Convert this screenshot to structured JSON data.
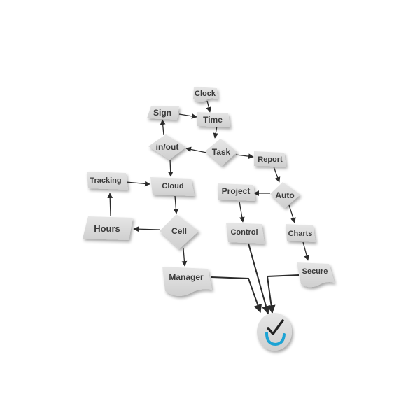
{
  "diagram": {
    "nodes": {
      "clock": "Clock",
      "sign": "Sign",
      "time": "Time",
      "inout": "in/out",
      "task": "Task",
      "report": "Report",
      "tracking": "Tracking",
      "cloud": "Cloud",
      "project": "Project",
      "auto": "Auto",
      "hours": "Hours",
      "cell": "Cell",
      "control": "Control",
      "charts": "Charts",
      "manager": "Manager",
      "secure": "Secure"
    },
    "end_icon": "checkmark-icon",
    "colors": {
      "node_fill": "#dcdcdc",
      "node_shadow": "#b9b9b9",
      "edge": "#2b2b2b",
      "check_blue": "#1ba3d4"
    }
  }
}
